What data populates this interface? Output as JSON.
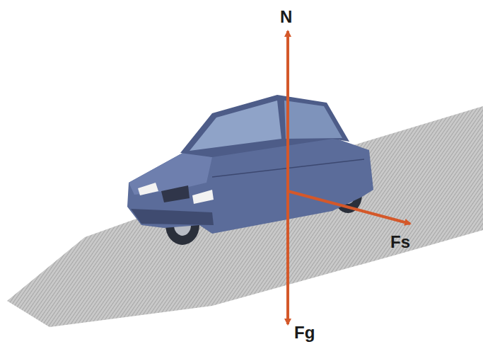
{
  "diagram": {
    "labels": [
      "N",
      "Fg",
      "Fs"
    ]
  }
}
